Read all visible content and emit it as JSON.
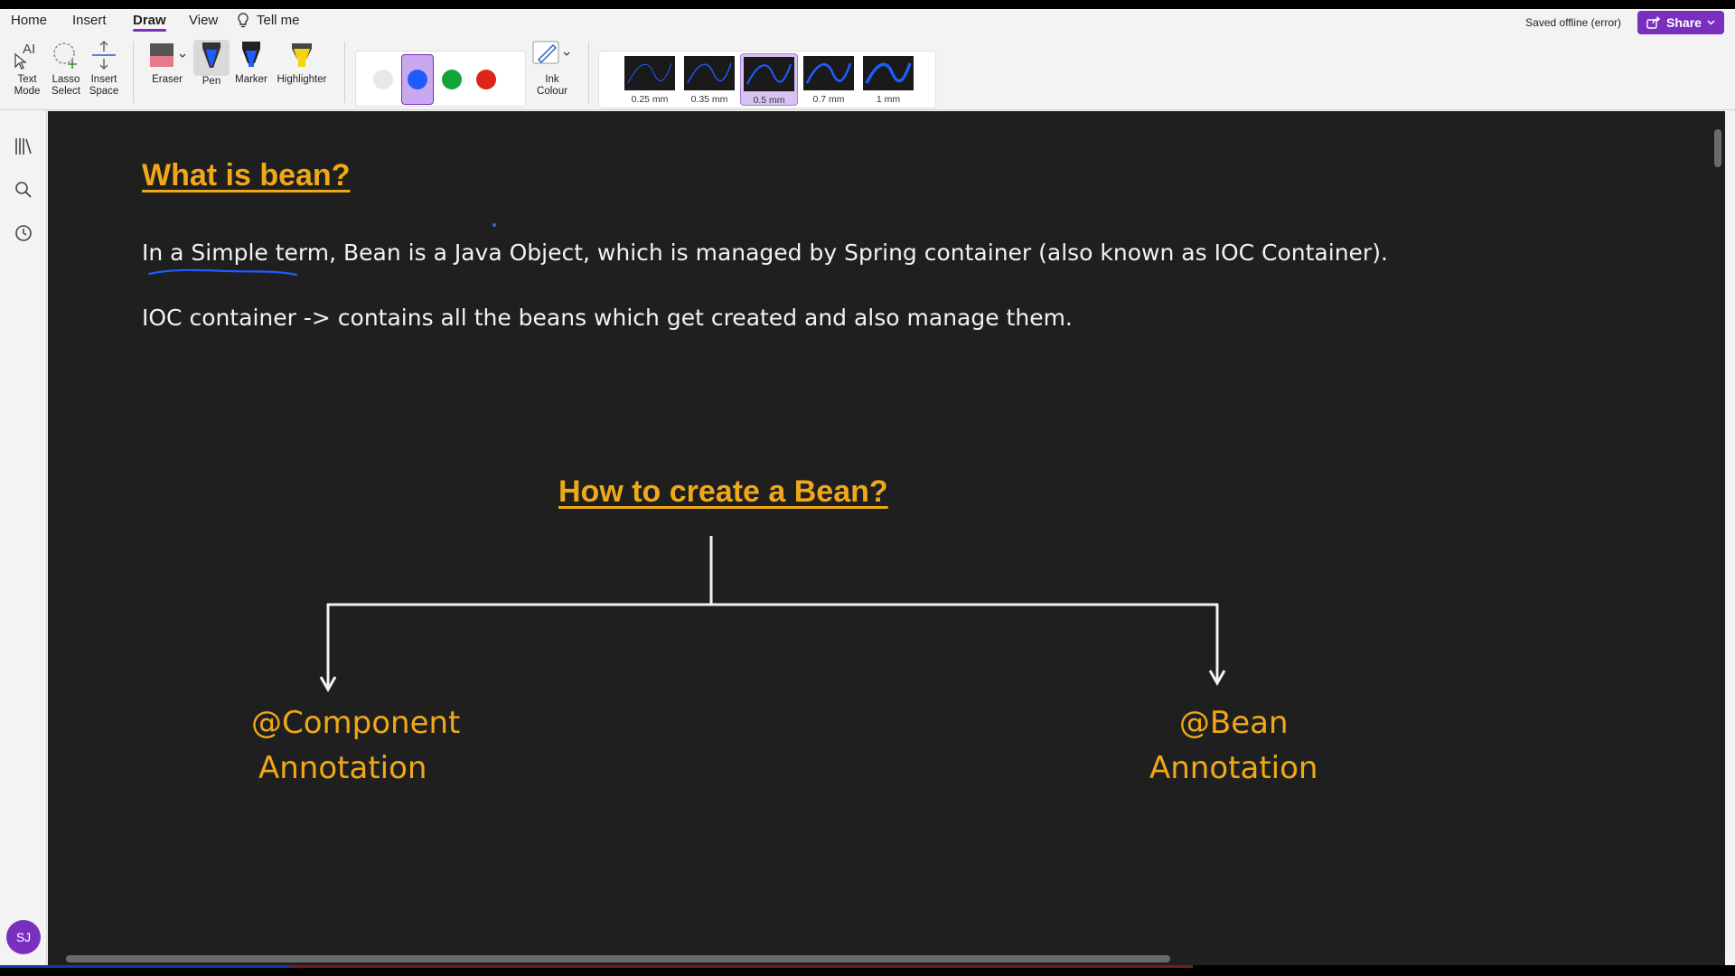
{
  "menu": {
    "home": "Home",
    "insert": "Insert",
    "draw": "Draw",
    "view": "View",
    "tell_me": "Tell me"
  },
  "status": {
    "saved": "Saved offline (error)",
    "share": "Share"
  },
  "ribbon": {
    "text_mode": [
      "Text",
      "Mode"
    ],
    "lasso_select": [
      "Lasso",
      "Select"
    ],
    "insert_space": [
      "Insert",
      "Space"
    ],
    "eraser": "Eraser",
    "pen": "Pen",
    "marker": "Marker",
    "highlighter": "Highlighter",
    "ink_colour": [
      "Ink",
      "Colour"
    ],
    "colors": [
      {
        "name": "white",
        "hex": "#e8e8e8",
        "selected": false
      },
      {
        "name": "blue",
        "hex": "#1f5cff",
        "selected": true
      },
      {
        "name": "green",
        "hex": "#14a33a",
        "selected": false
      },
      {
        "name": "red",
        "hex": "#e0231c",
        "selected": false
      }
    ],
    "thicknesses": [
      {
        "label": "0.25 mm",
        "selected": false
      },
      {
        "label": "0.35 mm",
        "selected": false
      },
      {
        "label": "0.5 mm",
        "selected": true
      },
      {
        "label": "0.7 mm",
        "selected": false
      },
      {
        "label": "1 mm",
        "selected": false
      }
    ]
  },
  "sidebar": {
    "avatar": "SJ"
  },
  "page": {
    "heading1": "What is bean?",
    "line1": "In a Simple term, Bean is a Java Object, which is managed by Spring container (also known as IOC Container).",
    "line2": "IOC container -> contains all the beans which get created and also manage them.",
    "heading2": "How to create a Bean?",
    "left_branch": [
      "@Component",
      "Annotation"
    ],
    "right_branch": [
      "@Bean",
      "Annotation"
    ]
  },
  "colors": {
    "accent": "#7b2fbe",
    "heading": "#f0a818",
    "canvas": "#1f1f1f",
    "ink": "#1f5cff"
  }
}
